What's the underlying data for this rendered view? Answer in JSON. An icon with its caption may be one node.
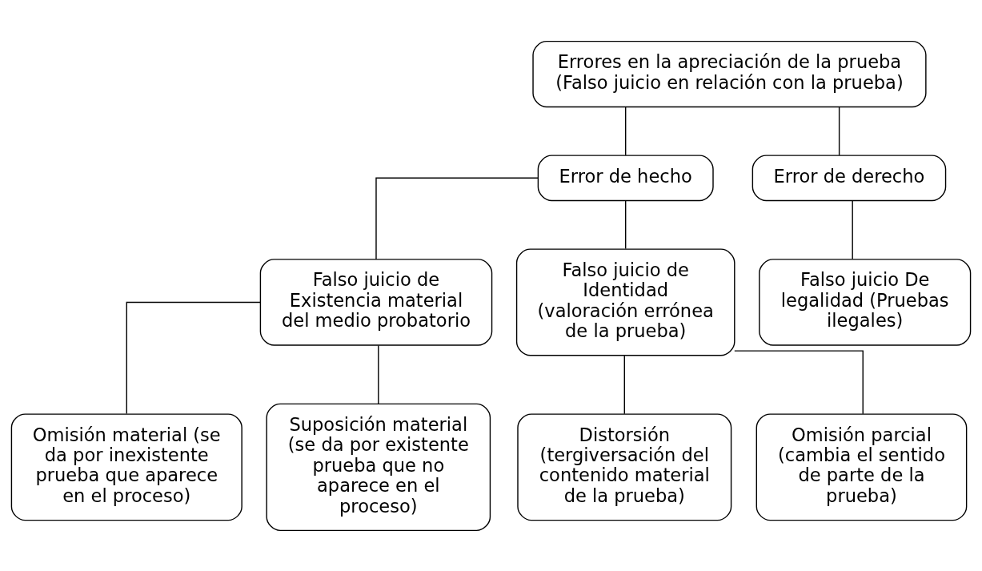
{
  "diagram": {
    "nodes": [
      {
        "text": [
          "Errores en la apreciación de la prueba (Falso juicio en relación con la prueba)"
        ]
      },
      {
        "text": [
          "Error de hecho"
        ]
      },
      {
        "text": [
          "Error de derecho"
        ]
      },
      {
        "text": [
          "Falso juicio de Existencia material del medio probatorio"
        ]
      },
      {
        "text": [
          "Falso juicio de Identidad (valoración errónea de la prueba)"
        ]
      },
      {
        "text": [
          "Falso juicio De legalidad (Pruebas ilegales)"
        ]
      },
      {
        "text": [
          "Omisión material (se da por inexistente prueba que aparece en el proceso)"
        ]
      },
      {
        "text": [
          "Suposición material (se da por existente prueba que no aparece en el proceso)"
        ]
      },
      {
        "text": [
          "Distorsión (tergiversación del contenido material de la prueba)"
        ]
      },
      {
        "text": [
          "Omisión parcial (cambia el sentido de parte de la prueba)"
        ]
      }
    ],
    "edges": [
      {
        "from": 0,
        "to": 1,
        "arrow": "none"
      },
      {
        "from": 0,
        "to": 2,
        "arrow": "none"
      },
      {
        "from": 1,
        "to": 3,
        "arrow": "none"
      },
      {
        "from": 1,
        "to": 4,
        "arrow": "none"
      },
      {
        "from": 2,
        "to": 5,
        "arrow": "none"
      },
      {
        "from": 3,
        "to": 6,
        "arrow": "none"
      },
      {
        "from": 3,
        "to": 7,
        "arrow": "none"
      },
      {
        "from": 4,
        "to": 8,
        "arrow": "none"
      },
      {
        "from": 4,
        "to": 9,
        "arrow": "none"
      }
    ]
  }
}
